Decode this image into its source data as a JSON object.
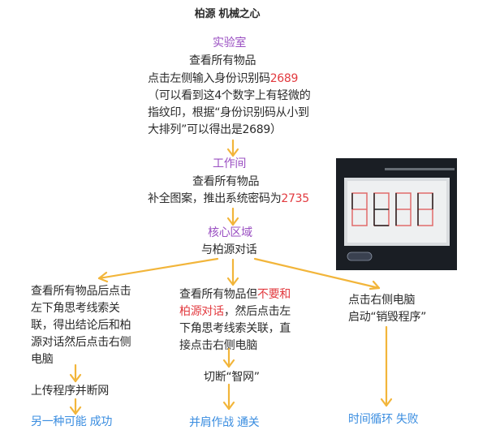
{
  "title": "柏源 机械之心",
  "lab": {
    "heading": "实验室",
    "line1": "查看所有物品",
    "line2_prefix": "点击左侧输入身份识别码",
    "line2_code": "2689",
    "note_lines": [
      "（可以看到这4个数字上有轻微的",
      "指纹印，根据“身份识别码从小到",
      "大排列”可以得出是2689）"
    ]
  },
  "workshop": {
    "heading": "工作间",
    "line1": "查看所有物品",
    "line2_prefix": "补全图案，推出系统密码为",
    "line2_code": "2735"
  },
  "core": {
    "heading": "核心区域",
    "line1": "与柏源对话"
  },
  "branches": {
    "left": {
      "lines": [
        "查看所有物品后点击",
        "左下角思考线索关",
        "联，得出结论后和柏",
        "源对话然后点击右侧",
        "电脑"
      ],
      "step": "上传程序并断网",
      "result": "另一种可能 成功"
    },
    "middle": {
      "line1_prefix": "查看所有物品但",
      "line1_red": "不要和",
      "line2_red": "柏源对话",
      "line2_suffix": "，然后点击左",
      "line3": "下角思考线索关联，直",
      "line4": "接点击右侧电脑",
      "step": "切断“智网”",
      "result": "并肩作战 通关"
    },
    "right": {
      "lines": [
        "点击右侧电脑",
        "启动“销毁程序”"
      ],
      "result": "时间循环 失败"
    }
  },
  "colors": {
    "heading": "#9a4fc2",
    "code": "#e23a3f",
    "result": "#3a8de0",
    "arrow": "#f2b53a"
  }
}
